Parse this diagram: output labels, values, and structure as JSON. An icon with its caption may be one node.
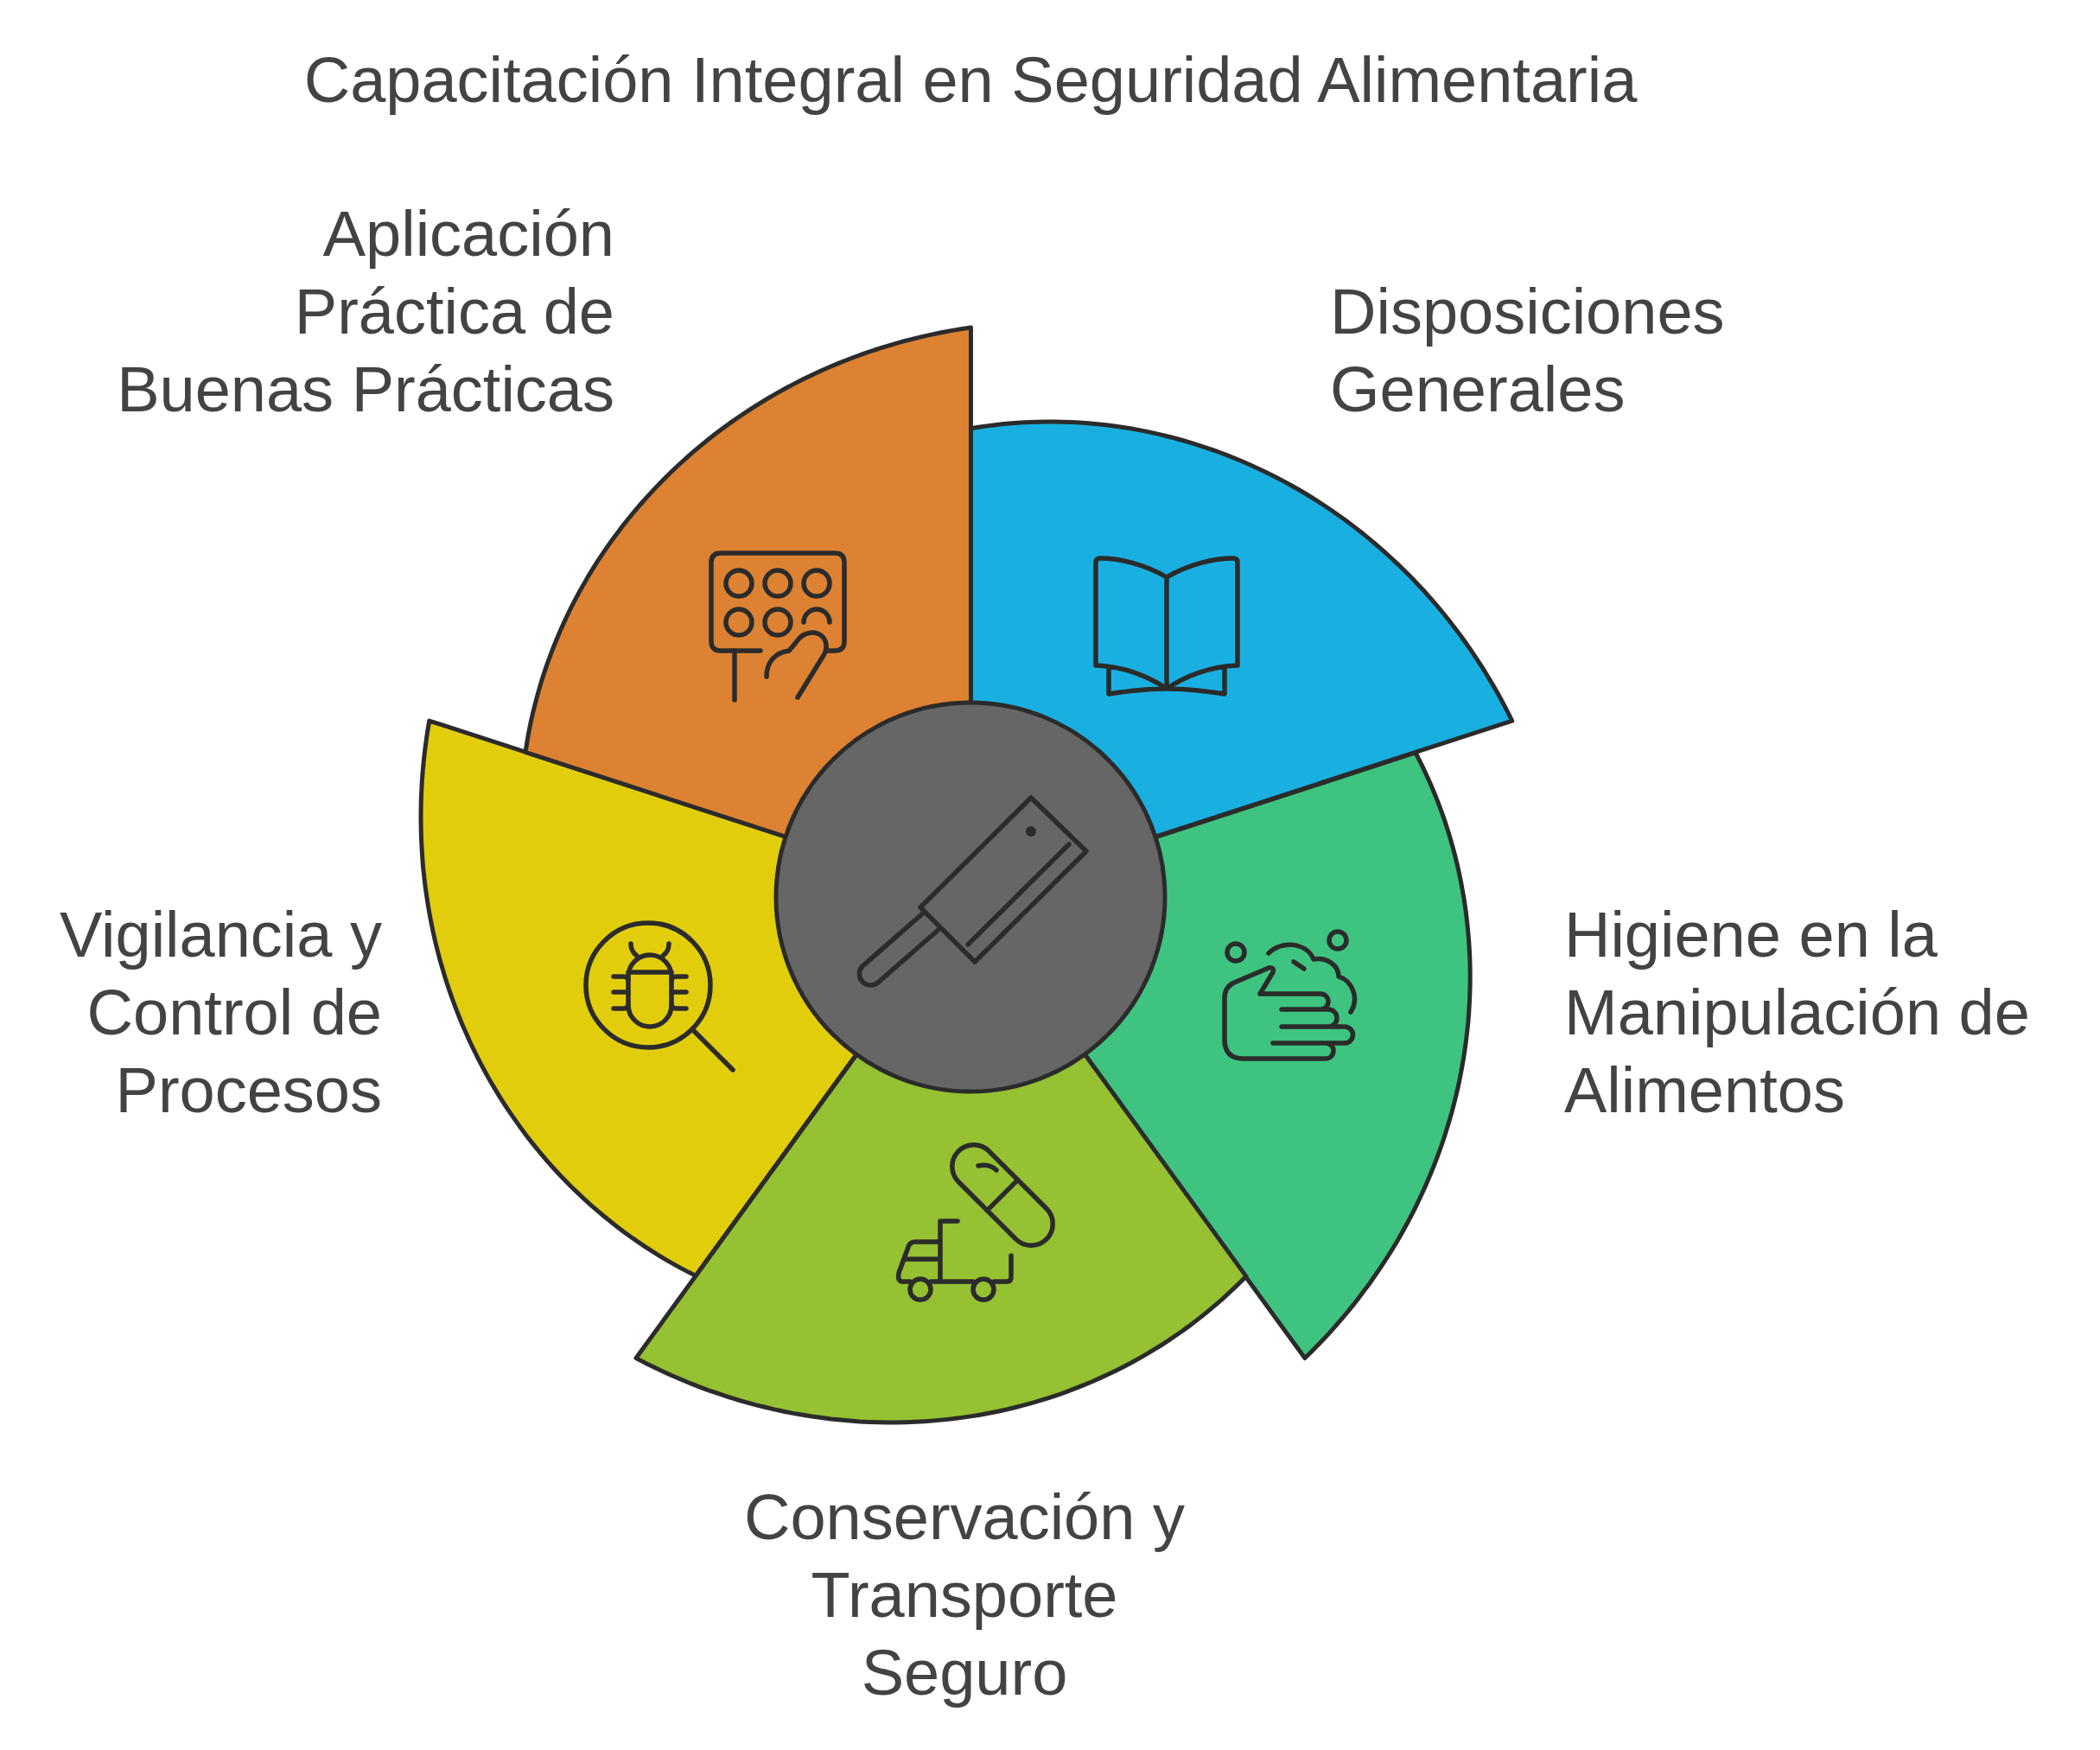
{
  "diagram": {
    "title": "Capacitación Integral en Seguridad Alimentaria",
    "nodes": [
      {
        "text": [
          "Disposiciones Generales"
        ]
      },
      {
        "text": [
          "Higiene en la Manipulación de Alimentos"
        ]
      },
      {
        "text": [
          "Conservación y Transporte Seguro"
        ]
      },
      {
        "text": [
          "Vigilancia y Control de Procesos"
        ]
      },
      {
        "text": [
          "Aplicación Práctica de Buenas Prácticas"
        ]
      },
      {
        "text": [],
        "shape": "circle"
      }
    ]
  }
}
